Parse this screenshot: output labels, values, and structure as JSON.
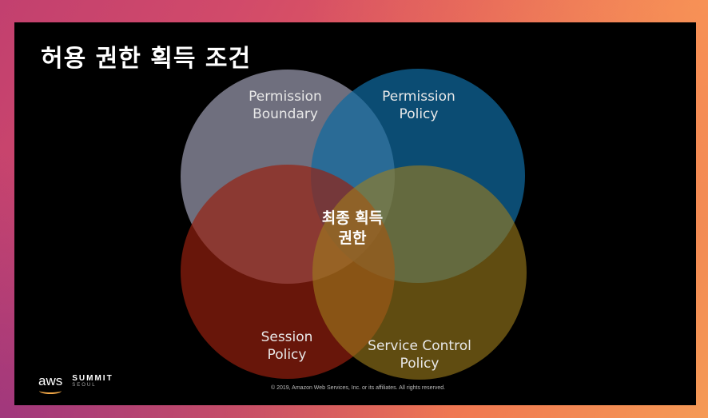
{
  "slide": {
    "title": "허용 권한 획득 조건",
    "circles": [
      {
        "line1": "Permission",
        "line2": "Boundary",
        "color": "#9a9aae"
      },
      {
        "line1": "Permission",
        "line2": "Policy",
        "color": "#0e5a8a"
      },
      {
        "line1": "Session",
        "line2": "Policy",
        "color": "#8a1e12"
      },
      {
        "line1": "Service Control",
        "line2": "Policy",
        "color": "#8a6e1a"
      }
    ],
    "center": {
      "line1": "최종 획득",
      "line2": "권한"
    }
  },
  "footer": {
    "aws": "aws",
    "summit": "SUMMIT",
    "seoul": "SEOUL",
    "copyright": "© 2019, Amazon Web Services, Inc. or its affiliates. All rights reserved."
  }
}
